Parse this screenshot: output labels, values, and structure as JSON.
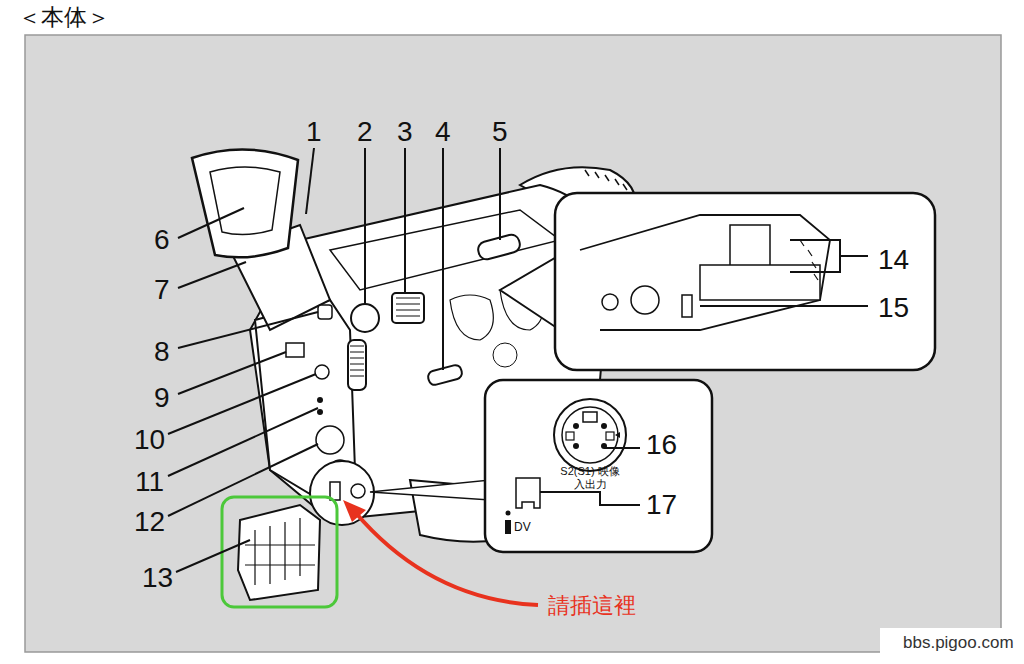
{
  "diagram": {
    "title": "＜本体＞",
    "nodes": [
      {
        "text": [
          "S2(S1) 映像入出力",
          "DV"
        ]
      }
    ],
    "labels": [
      "1",
      "2",
      "3",
      "4",
      "5",
      "6",
      "7",
      "8",
      "9",
      "10",
      "11",
      "12",
      "13",
      "14",
      "15",
      "16",
      "17",
      "請插這裡",
      "bbs.pigoo.com"
    ]
  }
}
